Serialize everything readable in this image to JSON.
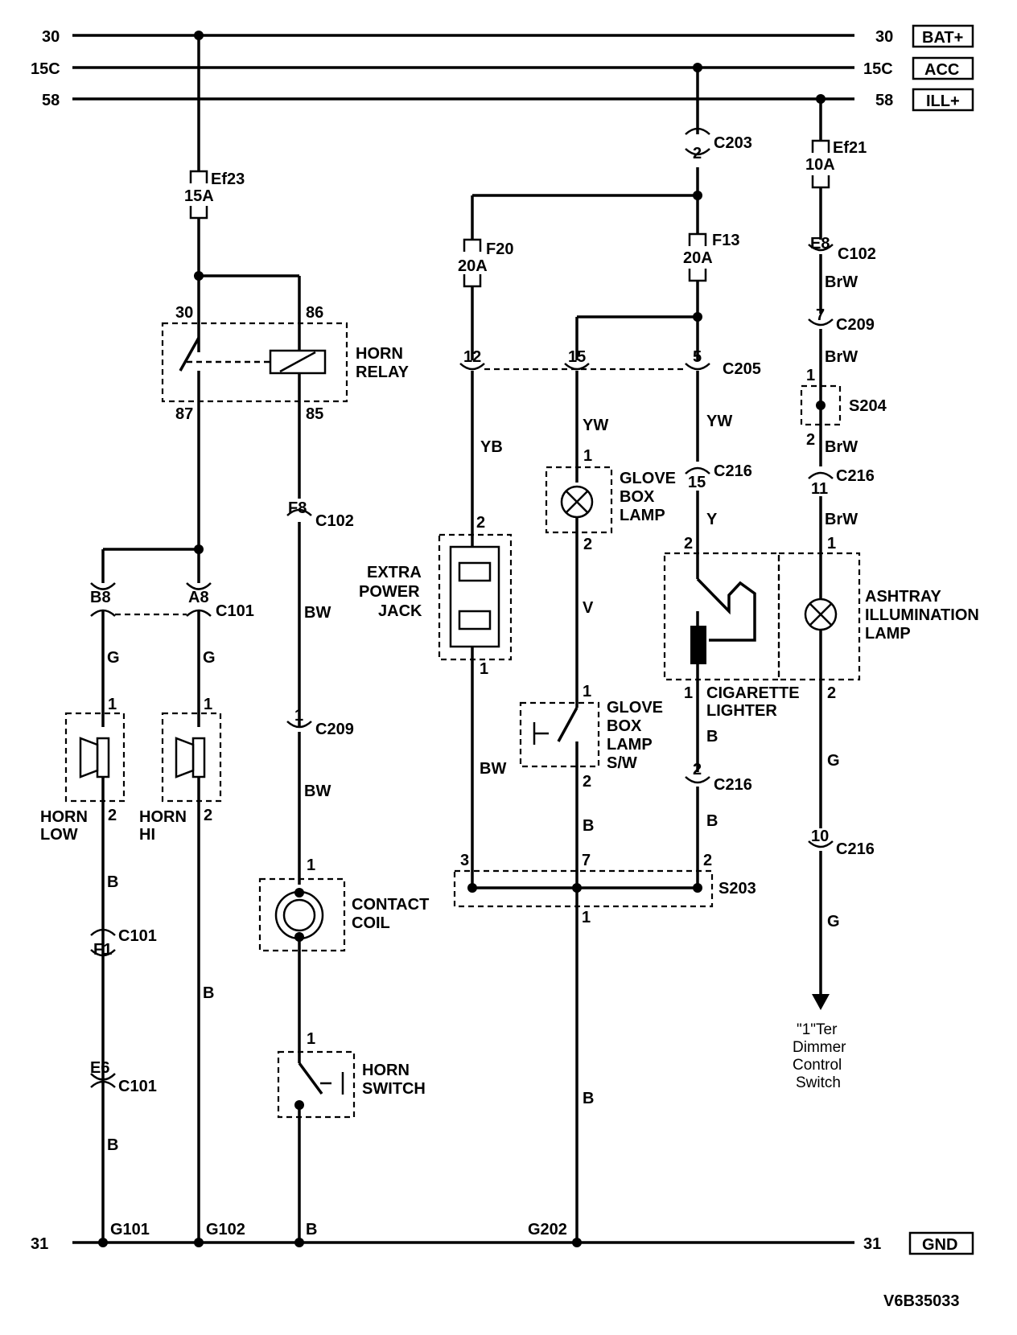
{
  "rails": {
    "r30": {
      "left": "30",
      "right": "30",
      "tag": "BAT+"
    },
    "r15c": {
      "left": "15C",
      "right": "15C",
      "tag": "ACC"
    },
    "r58": {
      "left": "58",
      "right": "58",
      "tag": "ILL+"
    },
    "r31": {
      "left": "31",
      "right": "31",
      "tag": "GND"
    }
  },
  "fuses": {
    "ef23": {
      "name": "Ef23",
      "rating": "15A"
    },
    "ef21": {
      "name": "Ef21",
      "rating": "10A"
    },
    "f20": {
      "name": "F20",
      "rating": "20A"
    },
    "f13": {
      "name": "F13",
      "rating": "20A"
    }
  },
  "connectors": {
    "c203": {
      "name": "C203",
      "pin": "2"
    },
    "c205": {
      "name": "C205",
      "pin12": "12",
      "pin15": "15",
      "pin5": "5"
    },
    "c102_e8": {
      "name": "C102",
      "pin": "E8"
    },
    "c102_f8": {
      "name": "C102",
      "pin": "F8"
    },
    "c209_7": {
      "name": "C209",
      "pin": "7"
    },
    "c209_1": {
      "name": "C209",
      "pin": "1"
    },
    "c216_15": {
      "name": "C216",
      "pin": "15"
    },
    "c216_11": {
      "name": "C216",
      "pin": "11"
    },
    "c216_2": {
      "name": "C216",
      "pin": "2"
    },
    "c216_10": {
      "name": "C216",
      "pin": "10"
    },
    "c101_top": {
      "name": "C101",
      "pin_b": "B8",
      "pin_a": "A8"
    },
    "c101_f1": {
      "name": "C101",
      "pin": "F1"
    },
    "c101_e6": {
      "name": "C101",
      "pin": "E6"
    }
  },
  "splices": {
    "s204": {
      "name": "S204",
      "pin1": "1",
      "pin2": "2"
    },
    "s203": {
      "name": "S203",
      "pin3": "3",
      "pin7": "7",
      "pin2": "2",
      "pin1": "1"
    }
  },
  "components": {
    "horn_relay": {
      "line1": "HORN",
      "line2": "RELAY",
      "p30": "30",
      "p86": "86",
      "p87": "87",
      "p85": "85"
    },
    "horn_low": {
      "line1": "HORN",
      "line2": "LOW",
      "p1": "1",
      "p2": "2"
    },
    "horn_hi": {
      "line1": "HORN",
      "line2": "HI",
      "p1": "1",
      "p2": "2"
    },
    "contact_coil": {
      "line1": "CONTACT",
      "line2": "COIL",
      "p1": "1"
    },
    "horn_switch": {
      "line1": "HORN",
      "line2": "SWITCH",
      "p1": "1"
    },
    "extra_power_jack": {
      "line1": "EXTRA",
      "line2": "POWER",
      "line3": "JACK",
      "p2": "2",
      "p1": "1"
    },
    "glove_box_lamp": {
      "line1": "GLOVE",
      "line2": "BOX",
      "line3": "LAMP",
      "p1": "1",
      "p2": "2"
    },
    "glove_box_lamp_sw": {
      "line1": "GLOVE",
      "line2": "BOX",
      "line3": "LAMP",
      "line4": "S/W",
      "p1": "1",
      "p2": "2"
    },
    "cigarette_lighter": {
      "line1": "CIGARETTE",
      "line2": "LIGHTER",
      "p2": "2",
      "p1": "1"
    },
    "ashtray_lamp": {
      "line1": "ASHTRAY",
      "line2": "ILLUMINATION",
      "line3": "LAMP",
      "p1": "1",
      "p2": "2"
    }
  },
  "wires": {
    "brw_a": "BrW",
    "brw_b": "BrW",
    "brw_c": "BrW",
    "brw_d": "BrW",
    "yb": "YB",
    "yw_a": "YW",
    "yw_b": "YW",
    "y": "Y",
    "v": "V",
    "bw_jack": "BW",
    "bw_a": "BW",
    "bw_b": "BW",
    "b_cig": "B",
    "b_c216": "B",
    "b_sw": "B",
    "b_g202": "B",
    "g_low": "G",
    "g_hi": "G",
    "b_low_a": "B",
    "b_low_b": "B",
    "b_hi": "B",
    "b_ground": "B",
    "g_ash_a": "G",
    "g_ash_b": "G"
  },
  "grounds": {
    "g101": "G101",
    "g102": "G102",
    "g202": "G202"
  },
  "destination": {
    "line1": "\"1\"Ter",
    "line2": "Dimmer",
    "line3": "Control",
    "line4": "Switch"
  },
  "doc_id": "V6B35033"
}
